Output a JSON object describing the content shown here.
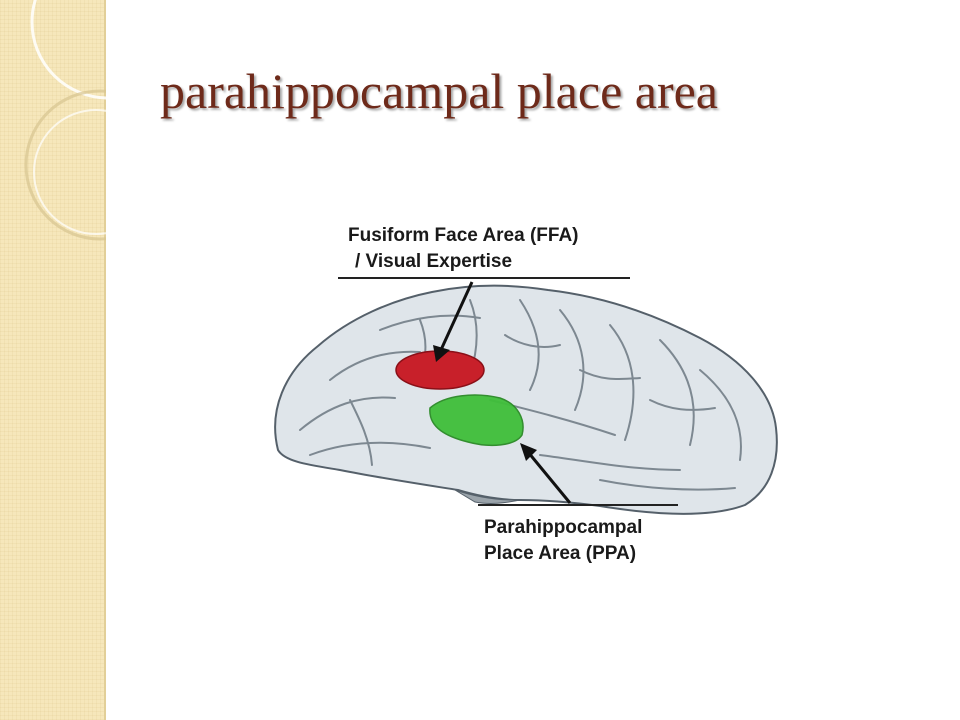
{
  "slide": {
    "title": "parahippocampal place area"
  },
  "figure": {
    "ffa_label_line1": "Fusiform Face Area (FFA)",
    "ffa_label_line2": "/ Visual Expertise",
    "ppa_label_line1": "Parahippocampal",
    "ppa_label_line2": "Place Area (PPA)",
    "colors": {
      "ffa_region": "#c8202a",
      "ppa_region": "#3fbf3a",
      "title": "#6e2a1a",
      "side_strip": "#f6e7bb"
    }
  }
}
